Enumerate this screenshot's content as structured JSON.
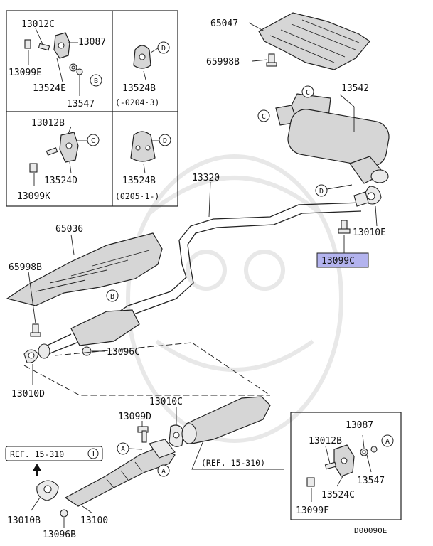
{
  "labels": {
    "p13012c": "13012C",
    "p13087_top": "13087",
    "p13099e": "13099E",
    "p13524e": "13524E",
    "p13547_top": "13547",
    "p13524b_a": "13524B",
    "date_a": "(-0204·3)",
    "p13012b_top": "13012B",
    "p13524d": "13524D",
    "p13099k": "13099K",
    "p13524b_b": "13524B",
    "date_b": "(0205·1-)",
    "p65047": "65047",
    "p65998b_top": "65998B",
    "p13542": "13542",
    "p13320": "13320",
    "p13010e": "13010E",
    "p13099c": "13099C",
    "p65036": "65036",
    "p65998b_left": "65998B",
    "p13096c": "13096C",
    "p13010d": "13010D",
    "p13010c": "13010C",
    "p13099d": "13099D",
    "ref_top": "REF. 15-310",
    "ref_top_num": "1",
    "ref_mid": "(REF. 15-310)",
    "p13010b": "13010B",
    "p13100": "13100",
    "p13096b": "13096B",
    "p13087_br": "13087",
    "p13012b_br": "13012B",
    "p13547_br": "13547",
    "p13524c": "13524C",
    "p13099f": "13099F",
    "diagram_id": "D00090E"
  },
  "callouts": {
    "A": "A",
    "B": "B",
    "C": "C",
    "D": "D"
  },
  "highlight_color": "#b3b3ee"
}
